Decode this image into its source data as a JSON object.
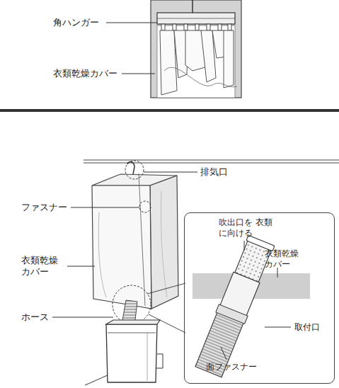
{
  "diagram": {
    "nodes": [
      {
        "text": [
          "吹出口を 衣類に向ける",
          "衣類乾燥 カバー",
          "取付口",
          "面ファスナー"
        ]
      }
    ],
    "labels": [
      "角ハンガー",
      "衣類乾燥カバー",
      "排気口",
      "ファスナー",
      "衣類乾燥 カバー",
      "ホース"
    ]
  }
}
